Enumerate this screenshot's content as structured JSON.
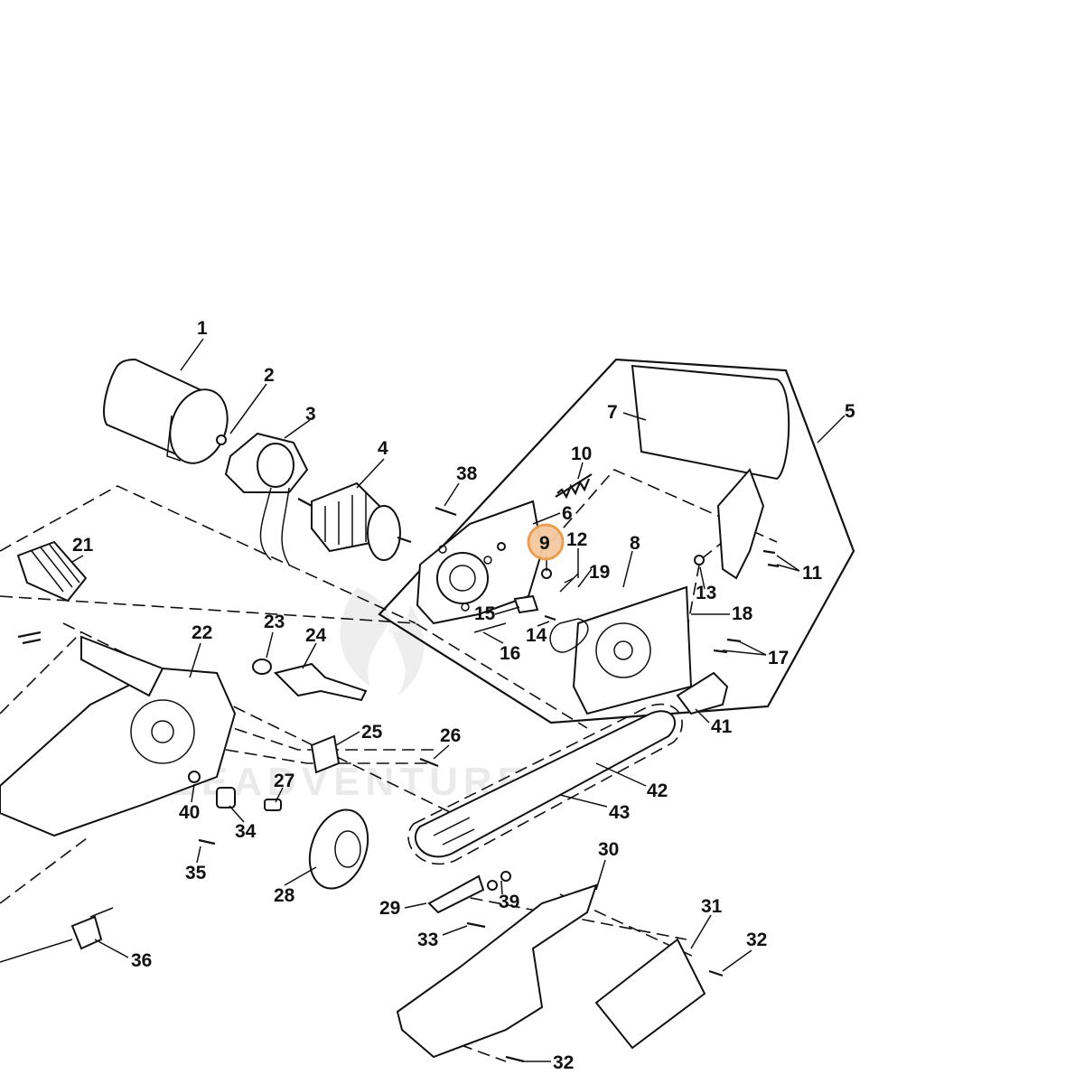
{
  "diagram": {
    "highlight_color": "#e89a4d",
    "line_color": "#111111",
    "watermark": "LEADVENTURE",
    "labels": [
      "1",
      "2",
      "3",
      "4",
      "5",
      "6",
      "7",
      "8",
      "9",
      "10",
      "11",
      "12",
      "13",
      "14",
      "15",
      "16",
      "17",
      "18",
      "19",
      "21",
      "22",
      "23",
      "24",
      "25",
      "26",
      "27",
      "28",
      "29",
      "30",
      "31",
      "32",
      "32",
      "33",
      "34",
      "35",
      "36",
      "38",
      "39",
      "40",
      "41",
      "42",
      "43"
    ],
    "highlighted_label": "9"
  }
}
